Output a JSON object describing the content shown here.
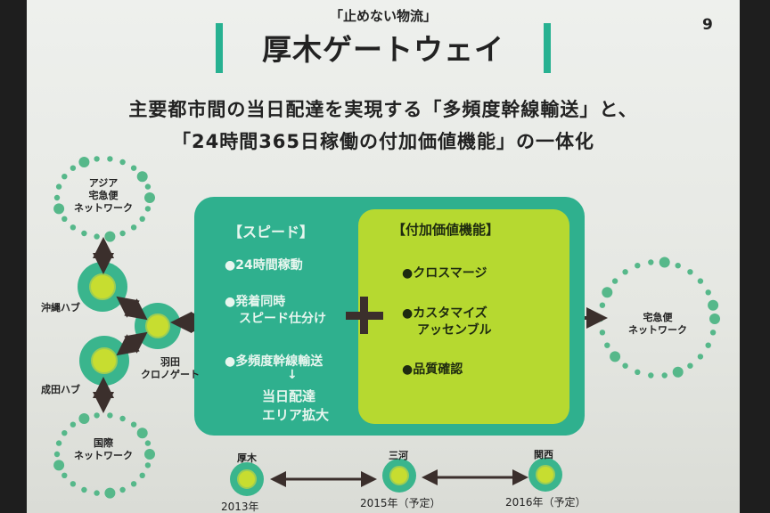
{
  "slide": {
    "subtitle": "「止めない物流」",
    "title": "厚木ゲートウェイ",
    "page_number": "9",
    "headline_line1": "主要都市間の当日配達を実現する「多頻度幹線輸送」と、",
    "headline_line2": "「24時間365日稼働の付加価値機能」の一体化"
  },
  "speed_box": {
    "heading": "【スピード】",
    "item1": "●24時間稼動",
    "item2_line1": "●発着同時",
    "item2_line2": "スピード仕分け",
    "item3": "●多頻度幹線輸送",
    "arrow": "↓",
    "result_line1": "当日配達",
    "result_line2": "エリア拡大"
  },
  "value_box": {
    "heading": "【付加価値機能】",
    "item1": "●クロスマージ",
    "item2_line1": "●カスタマイズ",
    "item2_line2": "アッセンブル",
    "item3": "●品質確認"
  },
  "network": {
    "asia_line1": "アジア",
    "asia_line2": "宅急便",
    "asia_line3": "ネットワーク",
    "okinawa": "沖縄ハブ",
    "narita": "成田ハブ",
    "haneda_line1": "羽田",
    "haneda_line2": "クロノゲート",
    "intl_line1": "国際",
    "intl_line2": "ネットワーク",
    "domestic_line1": "宅急便",
    "domestic_line2": "ネットワーク"
  },
  "timeline": {
    "atsugi": "厚木",
    "atsugi_year": "2013年",
    "mikawa": "三河",
    "mikawa_year": "2015年（予定）",
    "kansai": "関西",
    "kansai_year": "2016年（予定）"
  },
  "colors": {
    "teal": "#2fb08e",
    "lime": "#b6d930",
    "ring_bead": "#56b88a",
    "hub_outer": "#3ab58d",
    "hub_inner": "#c7dd30"
  }
}
